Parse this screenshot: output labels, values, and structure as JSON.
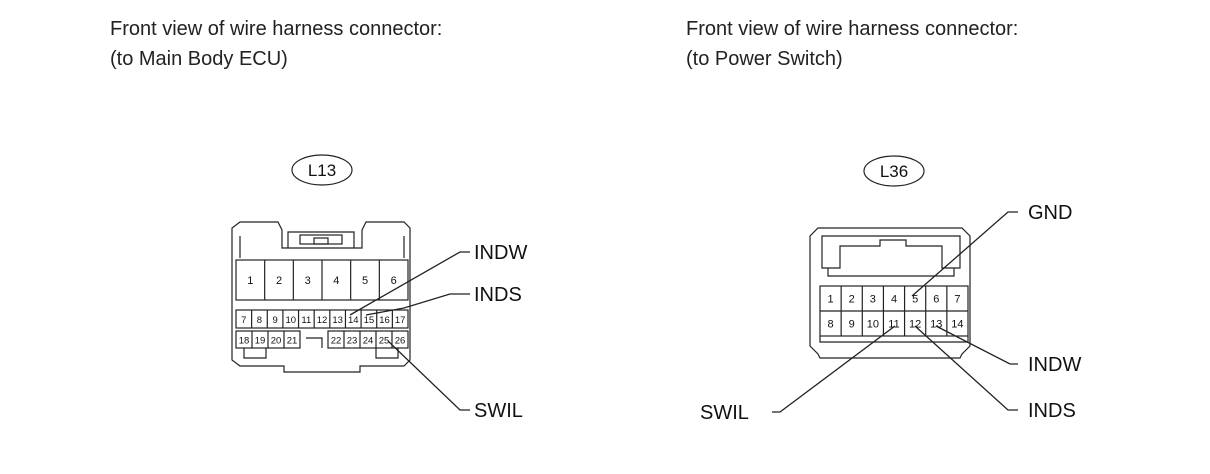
{
  "left": {
    "title_line1": "Front view of wire harness connector:",
    "title_line2": "(to Main Body ECU)",
    "connector_id": "L13",
    "pins_top": [
      "1",
      "2",
      "3",
      "4",
      "5",
      "6"
    ],
    "pins_mid": [
      "7",
      "8",
      "9",
      "10",
      "11",
      "12",
      "13",
      "14",
      "15",
      "16",
      "17"
    ],
    "pins_bot_left": [
      "18",
      "19",
      "20",
      "21"
    ],
    "pins_bot_right": [
      "22",
      "23",
      "24",
      "25",
      "26"
    ],
    "labels": {
      "indw": "INDW",
      "inds": "INDS",
      "swil": "SWIL"
    }
  },
  "right": {
    "title_line1": "Front view of wire harness connector:",
    "title_line2": "(to Power Switch)",
    "connector_id": "L36",
    "pins_row1": [
      "1",
      "2",
      "3",
      "4",
      "5",
      "6",
      "7"
    ],
    "pins_row2": [
      "8",
      "9",
      "10",
      "11",
      "12",
      "13",
      "14"
    ],
    "labels": {
      "gnd": "GND",
      "indw": "INDW",
      "inds": "INDS",
      "swil": "SWIL"
    }
  }
}
